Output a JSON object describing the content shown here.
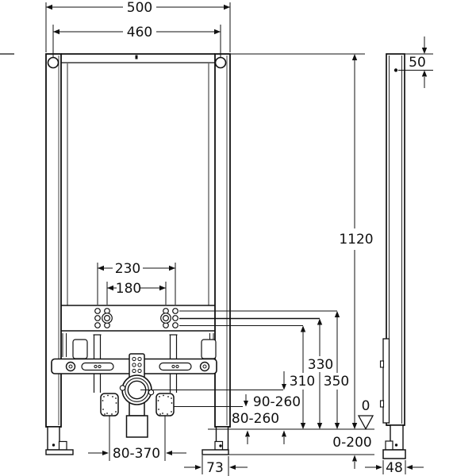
{
  "drawing_type": "installation-frame-technical-drawing",
  "colors": {
    "line": "#111111",
    "background": "#ffffff"
  },
  "dims": {
    "frame_width": "500",
    "hanger_hole_spacing": "460",
    "frame_height": "1120",
    "side_hole_offset": "50",
    "fixing_spacing_outer": "230",
    "fixing_spacing_inner": "180",
    "hole_row_top_height": "350",
    "hole_row_mid_height": "330",
    "hole_row_bottom_height": "310",
    "drain_height_range": "90-260",
    "connection_height_range": "80-260",
    "datum_level": "0",
    "floor_buildup_range": "0-200",
    "rod_spacing_range": "80-370",
    "foot_plate_depth": "73",
    "profile_depth": "48"
  }
}
